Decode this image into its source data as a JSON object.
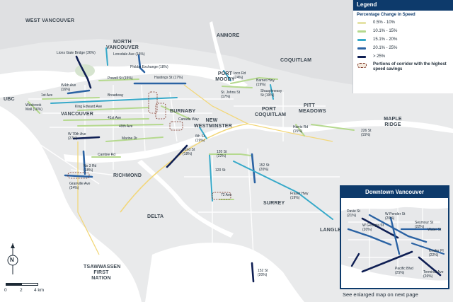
{
  "legend": {
    "title": "Legend",
    "subtitle": "Percentage Change in Speed",
    "items": [
      {
        "label": "0.5% - 10%",
        "color": "#e5e3a7"
      },
      {
        "label": "10.1% - 15%",
        "color": "#b5d98e"
      },
      {
        "label": "15.1% - 20%",
        "color": "#36a9c9"
      },
      {
        "label": "20.1% - 25%",
        "color": "#2a62a3"
      },
      {
        "label": "> 25%",
        "color": "#0f1f54"
      }
    ],
    "highlight_note": "Portions of corridor with the highest speed savings"
  },
  "regions": {
    "west_vancouver": "WEST VANCOUVER",
    "north_vancouver": "NORTH VANCOUVER",
    "anmore": "ANMORE",
    "coquitlam": "COQUITLAM",
    "port_moody": "PORT MOODY",
    "ubc": "UBC",
    "vancouver": "VANCOUVER",
    "burnaby": "BURNABY",
    "new_westminster": "NEW WESTMINSTER",
    "port_coquitlam": "PORT COQUITLAM",
    "pitt_meadows": "PITT MEADOWS",
    "maple_ridge": "MAPLE RIDGE",
    "richmond": "RICHMOND",
    "delta": "DELTA",
    "surrey": "SURREY",
    "langley": "LANGLEY",
    "tsawwassen": "TSAWWASSEN FIRST NATION"
  },
  "corridors": [
    {
      "id": "lions-gate",
      "label": "Lions Gate Bridge (26%)"
    },
    {
      "id": "lonsdale",
      "label": "Lonsdale Ave (16%)"
    },
    {
      "id": "phibbs",
      "label": "Phibbs Exchange (18%)"
    },
    {
      "id": "powell",
      "label": "Powell St (15%)"
    },
    {
      "id": "hastings",
      "label": "Hastings St (17%)"
    },
    {
      "id": "ioco",
      "label": "Ioco Rd (24%)"
    },
    {
      "id": "barnet",
      "label": "Barnet Hwy (19%)"
    },
    {
      "id": "st-johns",
      "label": "St. Johns St (17%)"
    },
    {
      "id": "shaughnessy",
      "label": "Shaughnessy St (19%)"
    },
    {
      "id": "w4th",
      "label": "W4th Ave (16%)"
    },
    {
      "id": "e1st",
      "label": "1st Ave"
    },
    {
      "id": "broadway",
      "label": "Broadway"
    },
    {
      "id": "king-edward",
      "label": "King Edward Ave"
    },
    {
      "id": "wesbrook",
      "label": "Wesbrook Mall (16%)"
    },
    {
      "id": "41st",
      "label": "41st Ave"
    },
    {
      "id": "49th",
      "label": "49th Ave"
    },
    {
      "id": "w70th",
      "label": "W 70th Ave (27%)"
    },
    {
      "id": "canada-way",
      "label": "Canada Way"
    },
    {
      "id": "6th-st",
      "label": "6th St (19%)"
    },
    {
      "id": "marine",
      "label": "Marine Dr"
    },
    {
      "id": "22nd",
      "label": "22nd St (18%)"
    },
    {
      "id": "cambie",
      "label": "Cambie Rd"
    },
    {
      "id": "no3",
      "label": "No 3 Rd (18%)"
    },
    {
      "id": "granville",
      "label": "Granville Ave (24%)"
    },
    {
      "id": "harris",
      "label": "Harris Rd (15%)"
    },
    {
      "id": "226th",
      "label": "226 St (15%)"
    },
    {
      "id": "120st-a",
      "label": "120 St (22%)"
    },
    {
      "id": "120st-b",
      "label": "120 St"
    },
    {
      "id": "152st-a",
      "label": "152 St (20%)"
    },
    {
      "id": "72ave",
      "label": "72 Ave"
    },
    {
      "id": "fraser",
      "label": "Fraser Hwy (19%)"
    },
    {
      "id": "152st-b",
      "label": "152 St (20%)"
    }
  ],
  "inset": {
    "title": "Downtown Vancouver",
    "labels": [
      {
        "id": "davie",
        "text": "Davie St (21%)"
      },
      {
        "id": "pender",
        "text": "W Pender St (20%)"
      },
      {
        "id": "georgia",
        "text": "W Georgia St (20%)"
      },
      {
        "id": "seymour",
        "text": "Seymour St (22%)"
      },
      {
        "id": "water",
        "text": "Water St"
      },
      {
        "id": "keefer",
        "text": "Keefer Pl (22%)"
      },
      {
        "id": "pacific",
        "text": "Pacific Blvd (25%)"
      },
      {
        "id": "terminal",
        "text": "Terminal Ave (26%)"
      }
    ]
  },
  "footnote": "See enlarged map on next page",
  "scale": {
    "ticks": [
      "0",
      "2",
      "4 km"
    ]
  },
  "north_arrow": {
    "label": "N",
    "icon": "north-arrow-icon"
  }
}
